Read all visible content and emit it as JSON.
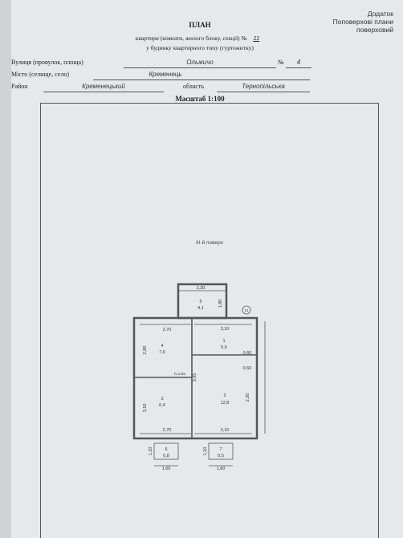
{
  "addendum": {
    "line1": "Додаток",
    "line2": "Поповерхові плани",
    "line3": "поверховий"
  },
  "plan": {
    "title": "ПЛАН",
    "line2_prefix": "квартири (кімнати, жилого блоку, секції) №",
    "apartment_no": "11",
    "line3": "у будинку квартирного типу (гуртожитку)"
  },
  "address": {
    "street_label": "Вулиця (провулок, площа)",
    "street_value": "Ольжичо",
    "house_label": "№",
    "house_value": "4",
    "city_label": "Місто (селище, село)",
    "city_value": "Кременець",
    "district_label": "Район",
    "district_value": "Кременецький",
    "region_label": "область",
    "region_value": "Тернопільська"
  },
  "scale": "Масштаб 1:100",
  "floor_label": "ІІІ-й поверх",
  "rooms": [
    {
      "no": "5",
      "area": "4,1"
    },
    {
      "no": "4",
      "area": "7,6"
    },
    {
      "no": "1",
      "area": "5,6"
    },
    {
      "no": "3",
      "area": "6,4"
    },
    {
      "no": "2",
      "area": "12,8"
    },
    {
      "no": "6",
      "area": "0,8"
    },
    {
      "no": "7",
      "area": "0,5"
    }
  ],
  "dimensions": {
    "d230": "2,30",
    "d180": "1,80",
    "d270": "2,70",
    "d310": "3,10",
    "d280": "2,80",
    "d060a": "0,60",
    "d060b": "0,60",
    "d395": "3,95",
    "d310v": "3,10",
    "d270b": "2,70",
    "d310b": "3,10",
    "d110a": "1,10",
    "d160a": "1,60",
    "d110b": "1,10",
    "d160b": "1,60",
    "d220": "2,20",
    "h265": "h=2,65"
  },
  "marker": "11"
}
